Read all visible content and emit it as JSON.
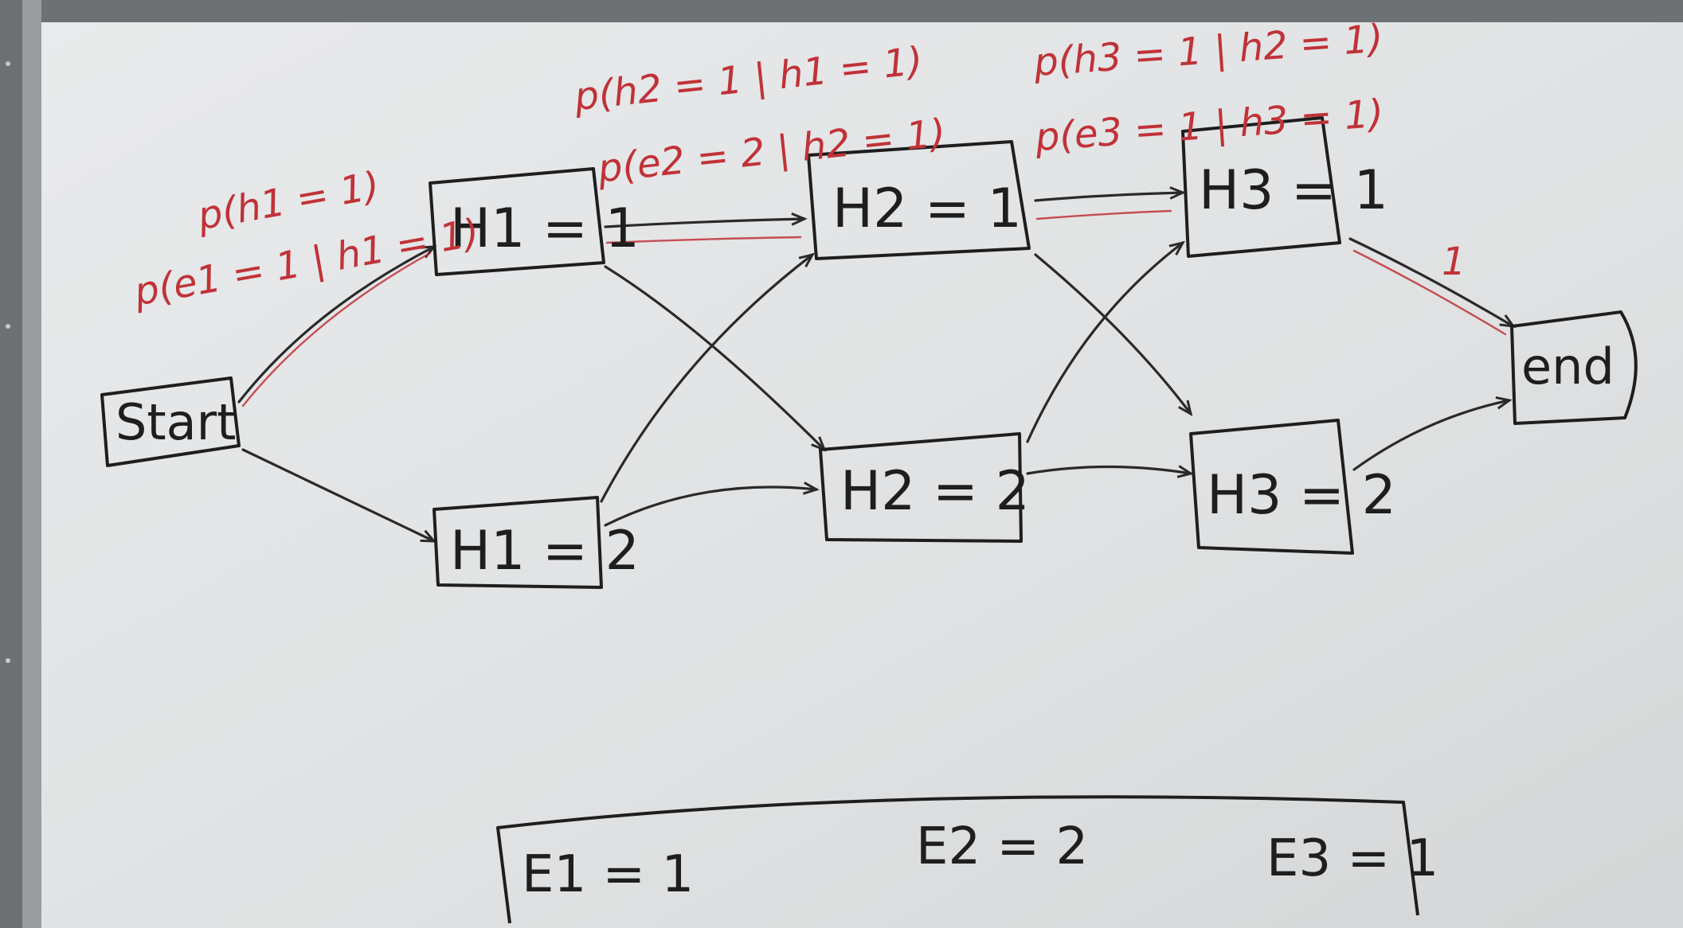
{
  "nodes": {
    "start": "Start",
    "h1_1": "H1 = 1",
    "h1_2": "H1 = 2",
    "h2_1": "H2 = 1",
    "h2_2": "H2 = 2",
    "h3_1": "H3 = 1",
    "h3_2": "H3 = 2",
    "end": "end"
  },
  "annotations": {
    "start_to_h1": [
      "p(h1 = 1)",
      "p(e1 = 1 | h1 = 1)"
    ],
    "h1_to_h2": [
      "p(h2 = 1 | h1 = 1)",
      "p(e2 = 2 | h2 = 1)"
    ],
    "h2_to_h3": [
      "p(h3 = 1 | h2 = 1)",
      "p(e3 = 1 | h3 = 1)"
    ],
    "h3_to_end": "1"
  },
  "evidence": {
    "e1": "E1 = 1",
    "e2": "E2 = 2",
    "e3": "E3 = 1"
  },
  "colors": {
    "board": "#e3e5e6",
    "frame": "#6e7173",
    "ink_black": "#1e1e1e",
    "ink_red": "#c03238"
  }
}
